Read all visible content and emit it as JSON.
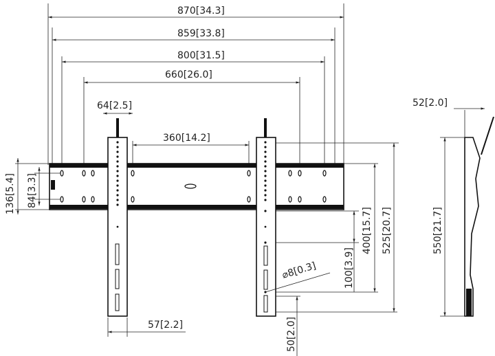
{
  "front_view": {
    "dims": {
      "overall_width": {
        "mm": "870",
        "in": "34.3"
      },
      "rail_width": {
        "mm": "859",
        "in": "33.8"
      },
      "max_hole_spacing": {
        "mm": "800",
        "in": "31.5"
      },
      "hole_spacing_660": {
        "mm": "660",
        "in": "26.0"
      },
      "rod_offset": {
        "mm": "64",
        "in": "2.5"
      },
      "upright_gap": {
        "mm": "360",
        "in": "14.2"
      },
      "rail_height": {
        "mm": "136",
        "in": "5.4"
      },
      "rail_hole_spacing": {
        "mm": "84",
        "in": "3.3"
      },
      "upright_width": {
        "mm": "57",
        "in": "2.2"
      },
      "bottom_offset": {
        "mm": "50",
        "in": "2.0"
      },
      "vertical_400": {
        "mm": "400",
        "in": "15.7"
      },
      "vertical_100": {
        "mm": "100",
        "in": "3.9"
      },
      "vertical_525": {
        "mm": "525",
        "in": "20.7"
      },
      "hole_diameter": {
        "symbol": "⌀",
        "mm": "8",
        "in": "0.3"
      }
    }
  },
  "side_view": {
    "dims": {
      "depth": {
        "mm": "52",
        "in": "2.0"
      },
      "height": {
        "mm": "550",
        "in": "21.7"
      }
    }
  }
}
